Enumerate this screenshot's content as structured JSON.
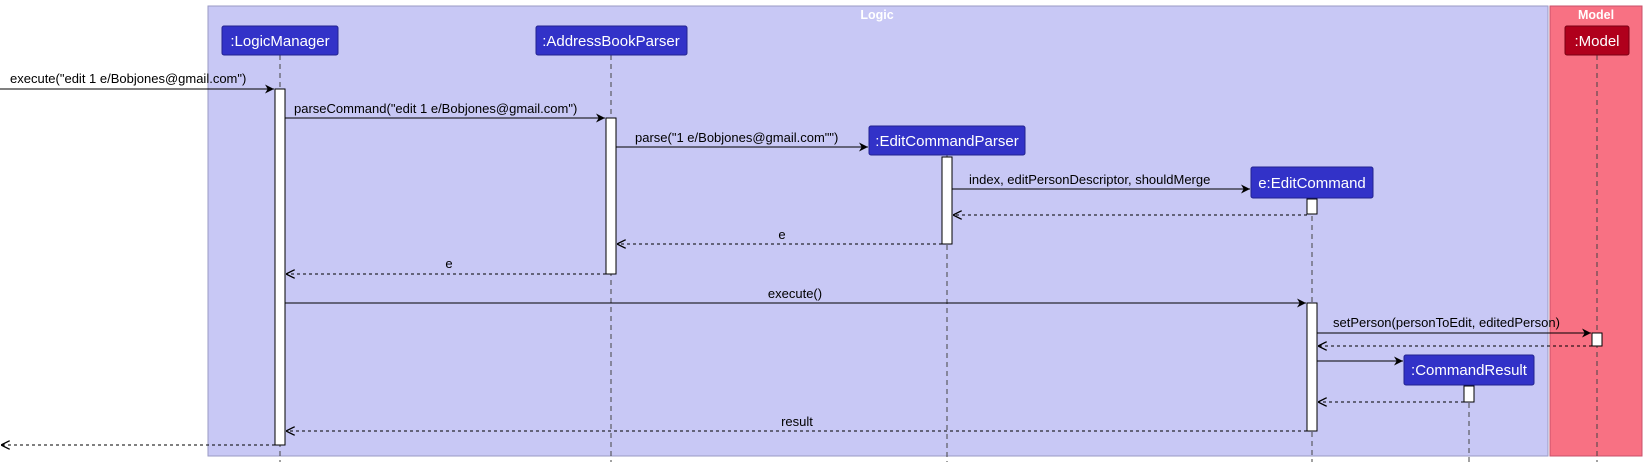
{
  "boxes": {
    "logic": {
      "title": "Logic"
    },
    "model": {
      "title": "Model"
    }
  },
  "participants": {
    "logic_manager": ":LogicManager",
    "address_book_parser": ":AddressBookParser",
    "edit_command_parser": ":EditCommandParser",
    "edit_command": "e:EditCommand",
    "command_result": ":CommandResult",
    "model": ":Model"
  },
  "messages": {
    "execute_input": "execute(\"edit 1 e/Bobjones@gmail.com\")",
    "parse_command": "parseCommand(\"edit 1 e/Bobjones@gmail.com\")",
    "parse": "parse(\"1 e/Bobjones@gmail.com\"\")",
    "create_edit_command": "index, editPersonDescriptor, shouldMerge",
    "return_e_1": "e",
    "return_e_2": "e",
    "execute_call": "execute()",
    "set_person": "setPerson(personToEdit, editedPerson)",
    "result": "result"
  },
  "colors": {
    "logic_box_fill": "#c8c8f5",
    "model_box_fill": "#f87183",
    "participant_fill": "#3232c8",
    "model_participant_fill": "#b0001c",
    "line": "#000000"
  }
}
